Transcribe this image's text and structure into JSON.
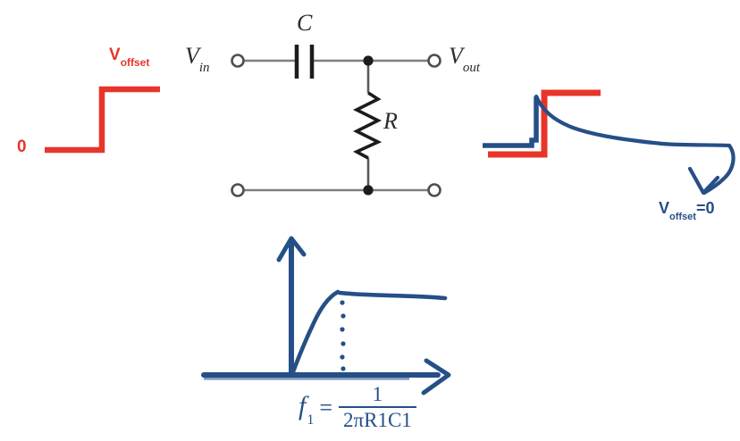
{
  "colors": {
    "red": "#e8352b",
    "blue": "#254f87",
    "blue_shadow": "#7e9abd",
    "wire_gray": "#7f7f7f",
    "terminal_gray": "#4f4f4f",
    "component_black": "#1c1c1c"
  },
  "input_signal": {
    "high_label": {
      "base": "V",
      "sub": "offset"
    },
    "low_label": "0"
  },
  "circuit": {
    "input_label": {
      "base": "V",
      "sub": "in"
    },
    "output_label": {
      "base": "V",
      "sub": "out"
    },
    "capacitor_label": "C",
    "resistor_label": "R"
  },
  "output_signal": {
    "annotation": {
      "base": "V",
      "sub": "offset",
      "suffix": "=0"
    }
  },
  "frequency_response": {
    "formula": {
      "lhs_base": "f",
      "lhs_sub": "1",
      "equals": "=",
      "numerator": "1",
      "denominator": "2πR1C1"
    }
  }
}
